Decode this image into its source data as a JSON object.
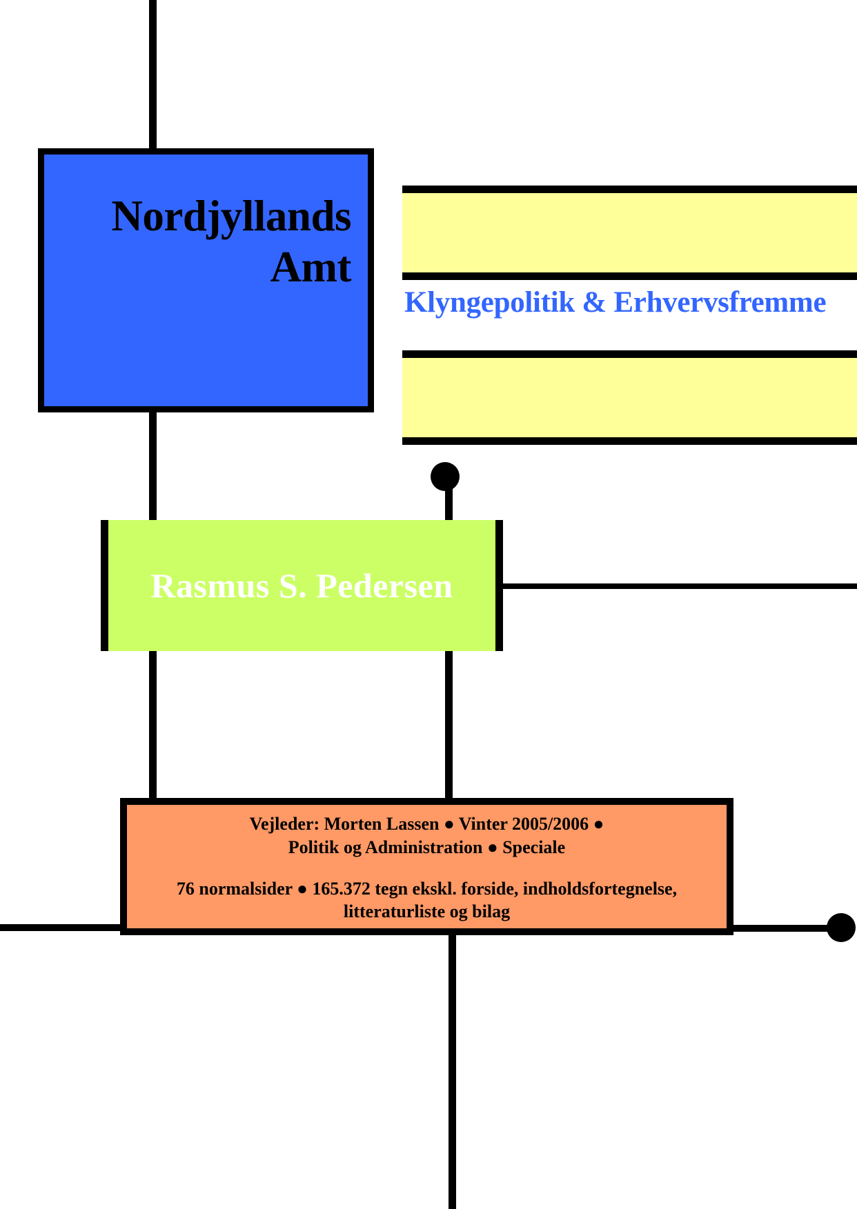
{
  "page": {
    "kind": "thesis-cover",
    "background_color": "#ffffff"
  },
  "colors": {
    "blue": "#3366ff",
    "yellow": "#ffff99",
    "green": "#ccff66",
    "orange": "#ff9966",
    "black": "#000000",
    "white": "#ffffff"
  },
  "institution_box": {
    "text": "Nordjyllands Amt",
    "background": "#3366ff",
    "text_color": "#000000"
  },
  "subject_title": {
    "text": "Klyngepolitik & Erhvervsfremme",
    "text_color": "#3366ff"
  },
  "accent_bars": {
    "top_label": "",
    "bottom_label": "",
    "background": "#ffff99"
  },
  "author_box": {
    "name": "Rasmus S. Pedersen",
    "background": "#ccff66",
    "text_color": "#ffffff"
  },
  "meta_box": {
    "background": "#ff9966",
    "text_color": "#000000",
    "line_1": "Vejleder: Morten Lassen ● Vinter 2005/2006 ●",
    "line_2": "Politik og Administration ● Speciale",
    "line_3": "76 normalsider ● 165.372 tegn ekskl. forside, indholdsfortegnelse,",
    "line_4": "litteraturliste og bilag"
  },
  "decorations": {
    "pin_upper": "pin-marker",
    "pin_lower": "pin-marker",
    "connector_lines": "connector-line"
  }
}
